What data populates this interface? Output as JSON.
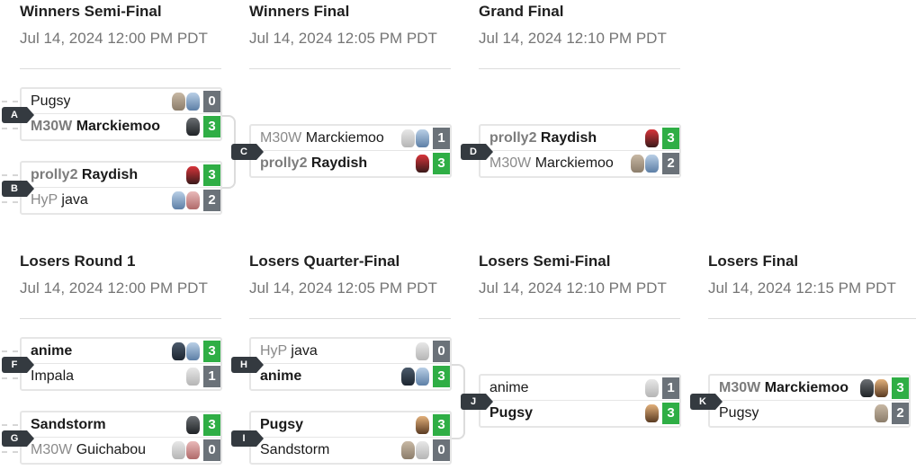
{
  "colors": {
    "win": "#2fae45",
    "lose": "#6b7279",
    "label_bg": "#343a40",
    "border": "#e6e6e6"
  },
  "rounds": {
    "wsf": {
      "title": "Winners Semi-Final",
      "time": "Jul 14, 2024 12:00 PM PDT"
    },
    "wf": {
      "title": "Winners Final",
      "time": "Jul 14, 2024 12:05 PM PDT"
    },
    "gf": {
      "title": "Grand Final",
      "time": "Jul 14, 2024 12:10 PM PDT"
    },
    "lr1": {
      "title": "Losers Round 1",
      "time": "Jul 14, 2024 12:00 PM PDT"
    },
    "lqf": {
      "title": "Losers Quarter-Final",
      "time": "Jul 14, 2024 12:05 PM PDT"
    },
    "lsf": {
      "title": "Losers Semi-Final",
      "time": "Jul 14, 2024 12:10 PM PDT"
    },
    "lf": {
      "title": "Losers Final",
      "time": "Jul 14, 2024 12:15 PM PDT"
    }
  },
  "matches": {
    "A": {
      "label": "A",
      "p1": {
        "tag": "",
        "name": "Pugsy",
        "score": "0",
        "win": false,
        "chars": [
          "tan-fighter-icon",
          "blue-fighter-icon"
        ]
      },
      "p2": {
        "tag": "M30W",
        "name": "Marckiemoo",
        "score": "3",
        "win": true,
        "chars": [
          "wolf-fighter-icon"
        ]
      }
    },
    "B": {
      "label": "B",
      "p1": {
        "tag": "prolly2",
        "name": "Raydish",
        "score": "3",
        "win": true,
        "chars": [
          "red-fighter-icon"
        ]
      },
      "p2": {
        "tag": "HyP",
        "name": "java",
        "score": "2",
        "win": false,
        "chars": [
          "blue-fighter-icon",
          "pink-fighter-icon"
        ]
      }
    },
    "C": {
      "label": "C",
      "p1": {
        "tag": "M30W",
        "name": "Marckiemoo",
        "score": "1",
        "win": false,
        "chars": [
          "gray-fighter-icon",
          "blue-fighter-icon"
        ]
      },
      "p2": {
        "tag": "prolly2",
        "name": "Raydish",
        "score": "3",
        "win": true,
        "chars": [
          "red-fighter-icon"
        ]
      }
    },
    "D": {
      "label": "D",
      "p1": {
        "tag": "prolly2",
        "name": "Raydish",
        "score": "3",
        "win": true,
        "chars": [
          "red-fighter-icon"
        ]
      },
      "p2": {
        "tag": "M30W",
        "name": "Marckiemoo",
        "score": "2",
        "win": false,
        "chars": [
          "tan-fighter-icon",
          "blue-fighter-icon"
        ]
      }
    },
    "F": {
      "label": "F",
      "p1": {
        "tag": "",
        "name": "anime",
        "score": "3",
        "win": true,
        "chars": [
          "dark-fighter-icon",
          "blue-fighter-icon"
        ]
      },
      "p2": {
        "tag": "",
        "name": "Impala",
        "score": "1",
        "win": false,
        "chars": [
          "gray-fighter-icon"
        ]
      }
    },
    "G": {
      "label": "G",
      "p1": {
        "tag": "",
        "name": "Sandstorm",
        "score": "3",
        "win": true,
        "chars": [
          "wolf-fighter-icon"
        ]
      },
      "p2": {
        "tag": "M30W",
        "name": "Guichabou",
        "score": "0",
        "win": false,
        "chars": [
          "gray-fighter-icon",
          "pink-fighter-icon"
        ]
      }
    },
    "H": {
      "label": "H",
      "p1": {
        "tag": "HyP",
        "name": "java",
        "score": "0",
        "win": false,
        "chars": [
          "gray-fighter-icon"
        ]
      },
      "p2": {
        "tag": "",
        "name": "anime",
        "score": "3",
        "win": true,
        "chars": [
          "dark-fighter-icon",
          "blue-fighter-icon"
        ]
      }
    },
    "I": {
      "label": "I",
      "p1": {
        "tag": "",
        "name": "Pugsy",
        "score": "3",
        "win": true,
        "chars": [
          "brown-fighter-icon"
        ]
      },
      "p2": {
        "tag": "",
        "name": "Sandstorm",
        "score": "0",
        "win": false,
        "chars": [
          "tan-fighter-icon",
          "gray-fighter-icon"
        ]
      }
    },
    "J": {
      "label": "J",
      "p1": {
        "tag": "",
        "name": "anime",
        "score": "1",
        "win": false,
        "chars": [
          "gray-fighter-icon"
        ]
      },
      "p2": {
        "tag": "",
        "name": "Pugsy",
        "score": "3",
        "win": true,
        "chars": [
          "brown-fighter-icon"
        ]
      }
    },
    "K": {
      "label": "K",
      "p1": {
        "tag": "M30W",
        "name": "Marckiemoo",
        "score": "3",
        "win": true,
        "chars": [
          "wolf-fighter-icon",
          "brown-fighter-icon"
        ]
      },
      "p2": {
        "tag": "",
        "name": "Pugsy",
        "score": "2",
        "win": false,
        "chars": [
          "tan-fighter-icon"
        ]
      }
    }
  }
}
